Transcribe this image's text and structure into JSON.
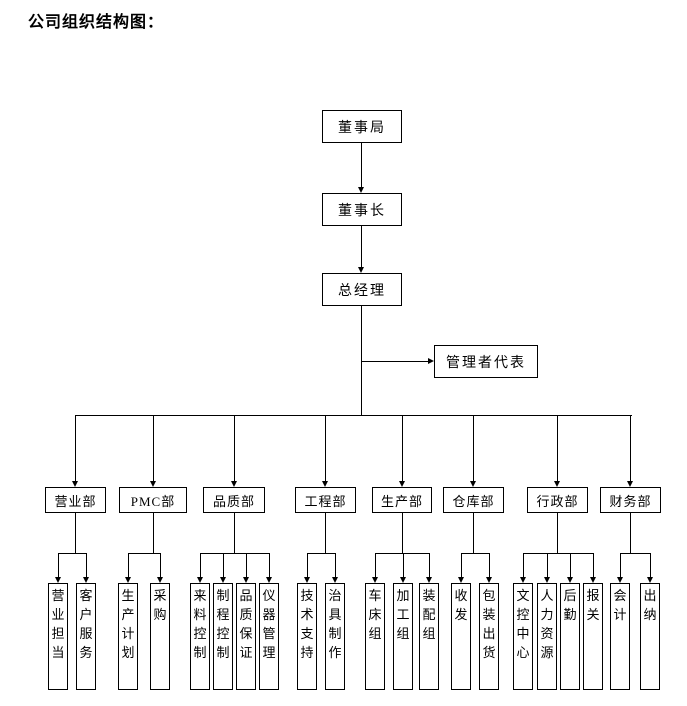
{
  "title": "公司组织结构图：",
  "org": {
    "board": "董事局",
    "chairman": "董事长",
    "general_manager": "总经理",
    "management_rep": "管理者代表"
  },
  "departments": [
    {
      "label": "营业部",
      "children": [
        "营业担当",
        "客户服务"
      ]
    },
    {
      "label": "PMC部",
      "children": [
        "生产计划",
        "采购"
      ]
    },
    {
      "label": "品质部",
      "children": [
        "来料控制",
        "制程控制",
        "品质保证",
        "仪器管理"
      ]
    },
    {
      "label": "工程部",
      "children": [
        "技术支持",
        "治具制作"
      ]
    },
    {
      "label": "生产部",
      "children": [
        "车床组",
        "加工组",
        "装配组"
      ]
    },
    {
      "label": "仓库部",
      "children": [
        "收发",
        "包装出货"
      ]
    },
    {
      "label": "行政部",
      "children": [
        "文控中心",
        "人力资源",
        "后勤",
        "报关"
      ]
    },
    {
      "label": "财务部",
      "children": [
        "会计",
        "出纳"
      ]
    }
  ],
  "colors": {
    "line": "#000000",
    "box_border": "#000000",
    "background": "#ffffff",
    "text": "#000000"
  }
}
